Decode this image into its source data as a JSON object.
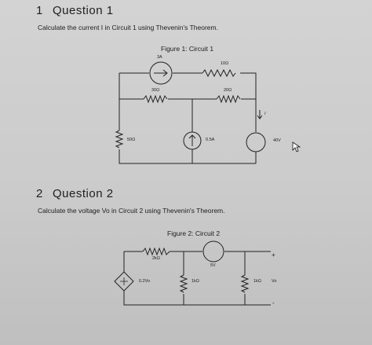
{
  "question1": {
    "number": "1",
    "title": "Question 1",
    "prompt": "Calculate the current I in Circuit 1 using Thevenin's Theorem.",
    "figure_caption": "Figure 1: Circuit 1",
    "labels": {
      "source_current": "3A",
      "r_10": "10Ω",
      "r_30": "30Ω",
      "r_20": "20Ω",
      "r_50": "50Ω",
      "current_source_05": "0.5A",
      "voltage_40": "40V",
      "current_i": "I"
    }
  },
  "question2": {
    "number": "2",
    "title": "Question 2",
    "prompt": "Calculate the voltage Vo in Circuit 2 using Thevenin's Theorem.",
    "figure_caption": "Figure 2: Circuit 2",
    "labels": {
      "r_2k": "2kΩ",
      "voltage_5": "5V",
      "dep_source": "0.2Vo",
      "r_1k_a": "1kΩ",
      "r_1k_b": "1kΩ",
      "vo": "Vo",
      "plus": "+",
      "minus": "-"
    }
  },
  "colors": {
    "ink": "#202020",
    "background": "#cbcbcb"
  }
}
